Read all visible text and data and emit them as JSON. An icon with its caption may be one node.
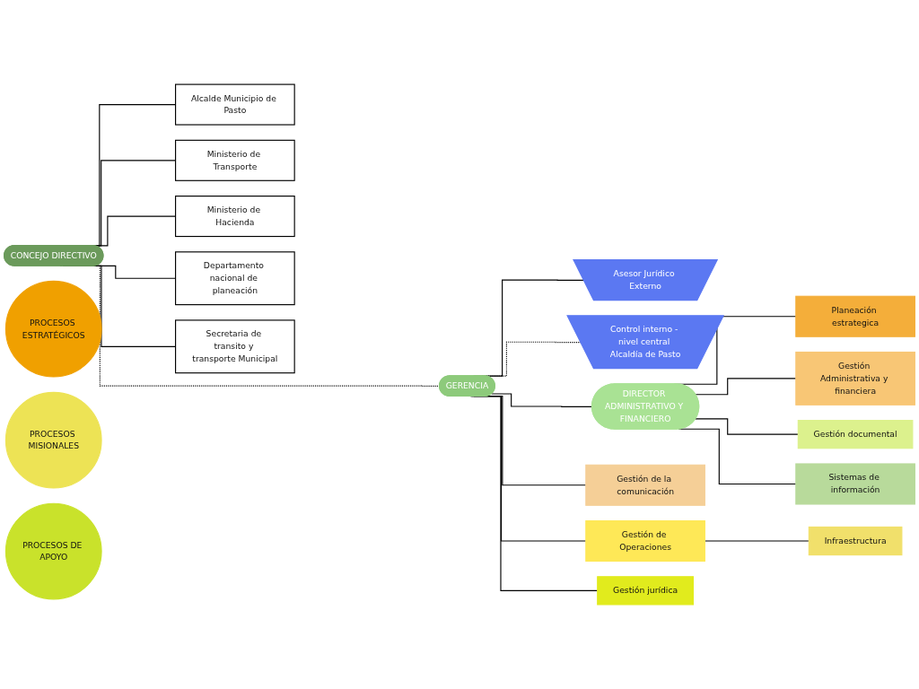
{
  "diagram": {
    "nodes": [
      {
        "text": [
          "CONCEJO DIRECTIVO"
        ]
      },
      {
        "text": [
          "Alcalde Municipio de Pasto"
        ]
      },
      {
        "text": [
          "Ministerio de Transporte"
        ]
      },
      {
        "text": [
          "Ministerio de Hacienda"
        ]
      },
      {
        "text": [
          "Departamento nacional de planeación"
        ]
      },
      {
        "text": [
          "Secretaria de transito y transporte Municipal"
        ]
      },
      {
        "text": [
          "GERENCIA"
        ]
      },
      {
        "text": [
          "Asesor Jurídico Externo"
        ]
      },
      {
        "text": [
          "Control interno - nivel central Alcaldía de Pasto"
        ]
      },
      {
        "text": [
          "DIRECTOR ADMINISTRATIVO Y FINANCIERO"
        ]
      },
      {
        "text": [
          "PROCESOS ESTRATÉGICOS"
        ]
      },
      {
        "text": [
          "Gestión de la comunicación"
        ]
      },
      {
        "text": [
          "Planeación estrategica"
        ]
      },
      {
        "text": [
          "Gestión Administrativa y financiera"
        ]
      },
      {
        "text": [
          "PROCESOS MISIONALES"
        ]
      },
      {
        "text": [
          "Gestión de Operaciones"
        ]
      },
      {
        "text": [
          "Infraestructura"
        ]
      },
      {
        "text": [
          "PROCESOS DE APOYO"
        ]
      },
      {
        "text": [
          "Gestión jurídica"
        ]
      },
      {
        "text": [
          "Gestión documental"
        ]
      },
      {
        "text": [
          "Sistemas de información"
        ]
      }
    ],
    "edges": [
      {
        "from": 0,
        "to": 1,
        "arrow": "none"
      },
      {
        "from": 0,
        "to": 2,
        "arrow": "none"
      },
      {
        "from": 0,
        "to": 3,
        "arrow": "none"
      },
      {
        "from": 0,
        "to": 4,
        "arrow": "none"
      },
      {
        "from": 0,
        "to": 5,
        "arrow": "none"
      },
      {
        "from": 0,
        "to": 6,
        "arrow": "none",
        "style": "dashed"
      },
      {
        "from": 6,
        "to": 7,
        "arrow": "none"
      },
      {
        "from": 6,
        "to": 8,
        "arrow": "none",
        "style": "dashed"
      },
      {
        "from": 6,
        "to": 9,
        "arrow": "none"
      },
      {
        "from": 6,
        "to": 11,
        "arrow": "none"
      },
      {
        "from": 6,
        "to": 15,
        "arrow": "none"
      },
      {
        "from": 6,
        "to": 18,
        "arrow": "none"
      },
      {
        "from": 15,
        "to": 16,
        "arrow": "none"
      },
      {
        "from": 9,
        "to": 12,
        "arrow": "none"
      },
      {
        "from": 9,
        "to": 13,
        "arrow": "none"
      },
      {
        "from": 9,
        "to": 19,
        "arrow": "none"
      },
      {
        "from": 9,
        "to": 20,
        "arrow": "none"
      }
    ]
  }
}
